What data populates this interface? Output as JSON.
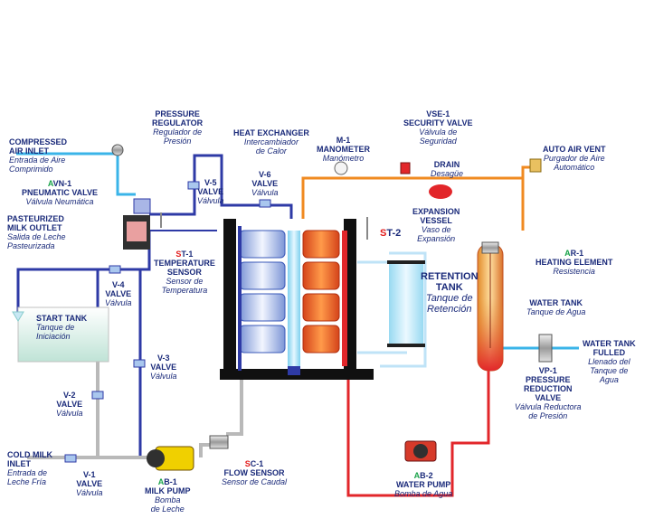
{
  "labels": {
    "pressure_regulator": {
      "t1": "PRESSURE",
      "t2": "REGULATOR",
      "s1": "Regulador de",
      "s2": "Presión"
    },
    "compressed_air": {
      "t1": "COMPRESSED",
      "t2": "AIR INLET",
      "s1": "Entrada de Aire",
      "s2": "Comprimido"
    },
    "avn1": {
      "code_a": "A",
      "code_b": "VN-1",
      "t1": "PNEUMATIC VALVE",
      "s1": "Válvula Neumática"
    },
    "pasteurized": {
      "t1": "PASTEURIZED",
      "t2": "MILK OUTLET",
      "s1": "Salida de Leche",
      "s2": "Pasteurizada"
    },
    "v5": {
      "t1": "V-5",
      "t2": "VALVE",
      "s1": "Válvula"
    },
    "v6": {
      "t1": "V-6",
      "t2": "VALVE",
      "s1": "Válvula"
    },
    "heat_exchanger": {
      "t1": "HEAT EXCHANGER",
      "s1": "Intercambiador",
      "s2": "de Calor"
    },
    "m1": {
      "t1": "M-1",
      "t2": "MANOMETER",
      "s1": "Manómetro"
    },
    "vse1": {
      "t1": "VSE-1",
      "t2": "SECURITY VALVE",
      "s1": "Válvula de",
      "s2": "Seguridad"
    },
    "drain": {
      "t1": "DRAIN",
      "s1": "Desagüe"
    },
    "auto_air_vent": {
      "t1": "AUTO AIR VENT",
      "s1": "Purgador de Aire",
      "s2": "Automático"
    },
    "expansion_vessel": {
      "t1": "EXPANSION",
      "t2": "VESSEL",
      "s1": "Vaso de",
      "s2": "Expansión"
    },
    "st2": {
      "code_a": "S",
      "code_b": "T-2"
    },
    "st1": {
      "code_a": "S",
      "code_b": "T-1",
      "t1": "TEMPERATURE",
      "t2": "SENSOR",
      "s1": "Sensor de",
      "s2": "Temperatura"
    },
    "retention_tank": {
      "t1": "RETENTION",
      "t2": "TANK",
      "s1": "Tanque de",
      "s2": "Retención"
    },
    "ar1": {
      "code_a": "A",
      "code_b": "R-1",
      "t1": "HEATING ELEMENT",
      "s1": "Resistencia"
    },
    "water_tank": {
      "t1": "WATER TANK",
      "s1": "Tanque de Agua"
    },
    "water_tank_fulled": {
      "t1": "WATER TANK",
      "t2": "FULLED",
      "s1": "Llenado del",
      "s2": "Tanque de",
      "s3": "Agua"
    },
    "vp1": {
      "t1": "VP-1",
      "t2": "PRESSURE",
      "t3": "REDUCTION",
      "t4": "VALVE",
      "s1": "Válvula Reductora",
      "s2": "de Presión"
    },
    "v4": {
      "t1": "V-4",
      "t2": "VALVE",
      "s1": "Válvula"
    },
    "start_tank": {
      "t1": "START TANK",
      "s1": "Tanque de",
      "s2": "Iniciación"
    },
    "v3": {
      "t1": "V-3",
      "t2": "VALVE",
      "s1": "Válvula"
    },
    "v2": {
      "t1": "V-2",
      "t2": "VALVE",
      "s1": "Válvula"
    },
    "cold_milk": {
      "t1": "COLD MILK",
      "t2": "INLET",
      "s1": "Entrada de",
      "s2": "Leche Fría"
    },
    "v1": {
      "t1": "V-1",
      "t2": "VALVE",
      "s1": "Válvula"
    },
    "ab1": {
      "code_a": "A",
      "code_b": "B-1",
      "t1": "MILK PUMP",
      "s1": "Bomba",
      "s2": "de Leche"
    },
    "sc1": {
      "code_a": "S",
      "code_b": "C-1",
      "t1": "FLOW SENSOR",
      "s1": "Sensor de Caudal"
    },
    "ab2": {
      "code_a": "A",
      "code_b": "B-2",
      "t1": "WATER PUMP",
      "s1": "Bomba de Agua"
    }
  },
  "colors": {
    "label": "#1a2a7a",
    "milk_line": "#2e3aa6",
    "air_line": "#3ab4e8",
    "hot_line": "#e2262a",
    "vent_line": "#f08a20",
    "flow_line": "#b9b9b9",
    "code_red": "#e21a1a",
    "code_green": "#1aa34a"
  }
}
